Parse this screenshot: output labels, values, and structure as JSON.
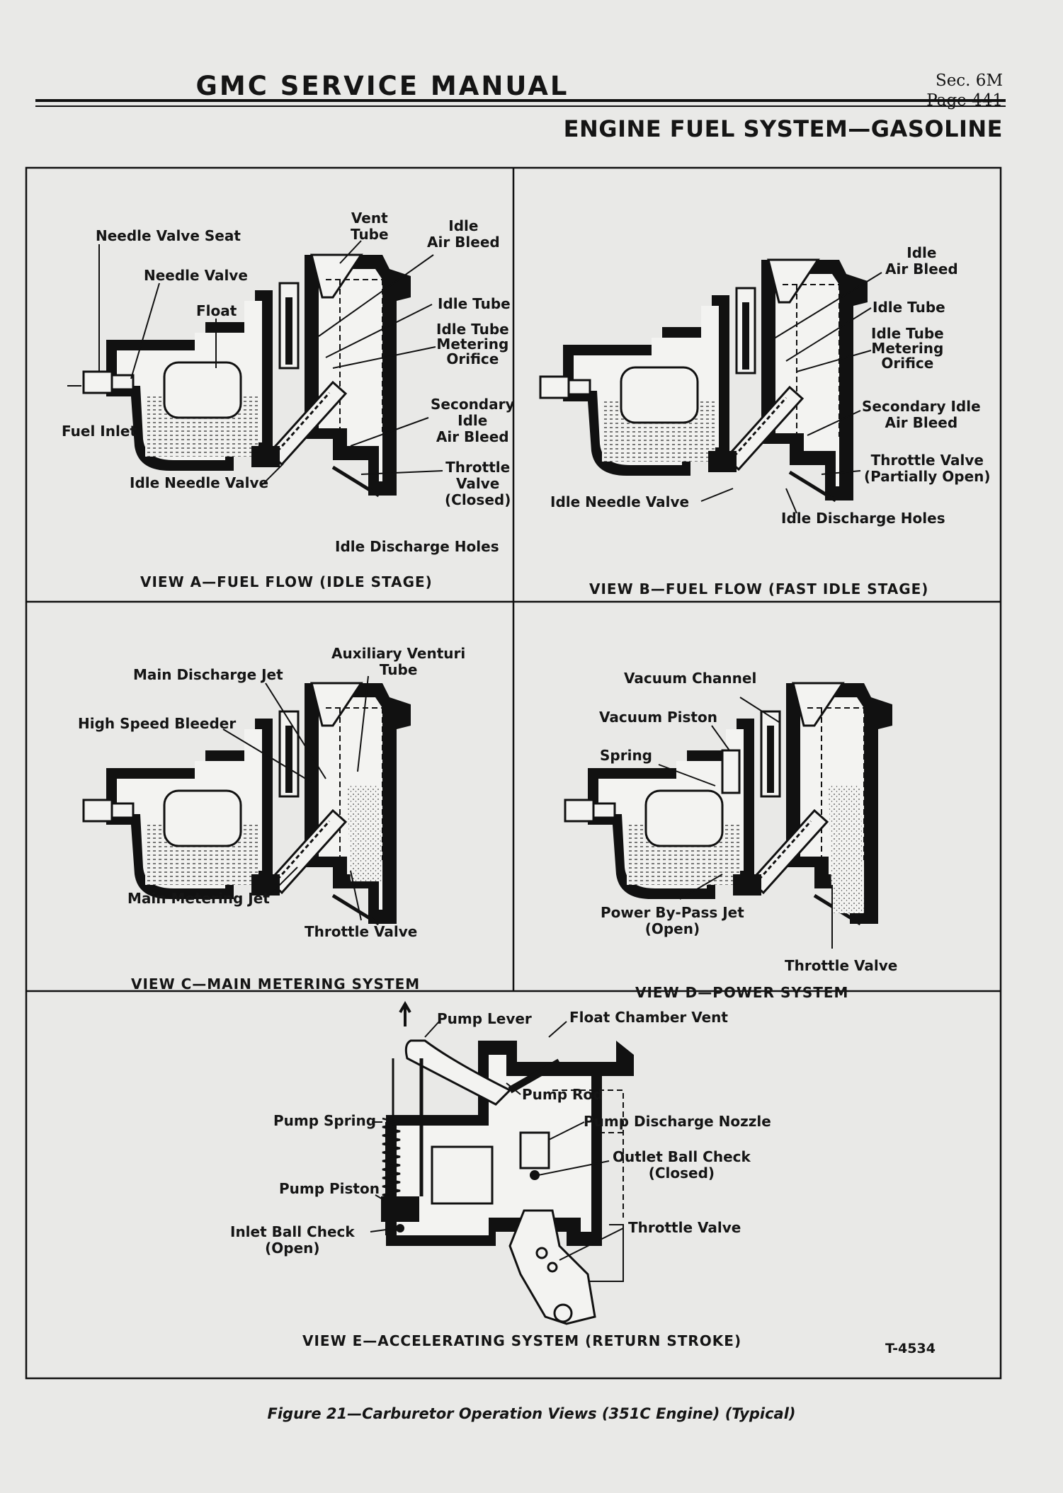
{
  "header": {
    "title": "GMC SERVICE MANUAL",
    "sec": "Sec. 6M",
    "page": "Page 441",
    "section_title": "ENGINE FUEL SYSTEM—GASOLINE"
  },
  "views": {
    "a": {
      "title": "VIEW A—FUEL FLOW (IDLE STAGE)",
      "labels": {
        "needle_valve_seat": "Needle Valve Seat",
        "vent_tube": "Vent\nTube",
        "idle_air_bleed": "Idle\nAir Bleed",
        "needle_valve": "Needle Valve",
        "float": "Float",
        "idle_tube": "Idle Tube",
        "idle_tube_metering_orifice": "Idle Tube\nMetering\nOrifice",
        "fuel_inlet": "Fuel Inlet",
        "secondary_idle_air_bleed": "Secondary\nIdle\nAir Bleed",
        "throttle_valve_closed": "Throttle\nValve\n(Closed)",
        "idle_needle_valve": "Idle Needle Valve",
        "idle_discharge_holes": "Idle Discharge Holes"
      }
    },
    "b": {
      "title": "VIEW B—FUEL FLOW (FAST IDLE STAGE)",
      "labels": {
        "idle_air_bleed": "Idle\nAir Bleed",
        "idle_tube": "Idle Tube",
        "idle_tube_metering_orifice": "Idle Tube\nMetering\nOrifice",
        "secondary_idle_air_bleed": "Secondary Idle\nAir Bleed",
        "throttle_valve_partially_open": "Throttle Valve\n(Partially Open)",
        "idle_needle_valve": "Idle Needle Valve",
        "idle_discharge_holes": "Idle Discharge Holes"
      }
    },
    "c": {
      "title": "VIEW C—MAIN METERING SYSTEM",
      "labels": {
        "auxiliary_venturi_tube": "Auxiliary Venturi\nTube",
        "main_discharge_jet": "Main Discharge Jet",
        "high_speed_bleeder": "High Speed Bleeder",
        "main_metering_jet": "Main Metering Jet",
        "throttle_valve": "Throttle Valve"
      }
    },
    "d": {
      "title": "VIEW D—POWER SYSTEM",
      "labels": {
        "vacuum_channel": "Vacuum Channel",
        "vacuum_piston": "Vacuum Piston",
        "spring": "Spring",
        "power_bypass_jet": "Power By-Pass Jet\n(Open)",
        "throttle_valve": "Throttle Valve"
      }
    },
    "e": {
      "title": "VIEW E—ACCELERATING SYSTEM (RETURN STROKE)",
      "labels": {
        "pump_lever": "Pump Lever",
        "float_chamber_vent": "Float Chamber Vent",
        "pump_rod": "Pump Rod",
        "pump_spring": "Pump Spring",
        "pump_discharge_nozzle": "Pump Discharge Nozzle",
        "outlet_ball_check": "Outlet Ball Check\n(Closed)",
        "pump_piston": "Pump Piston",
        "throttle_valve": "Throttle Valve",
        "inlet_ball_check": "Inlet Ball Check\n(Open)"
      }
    }
  },
  "figure_number": "T-4534",
  "caption": "Figure 21—Carburetor Operation Views (351C Engine) (Typical)"
}
